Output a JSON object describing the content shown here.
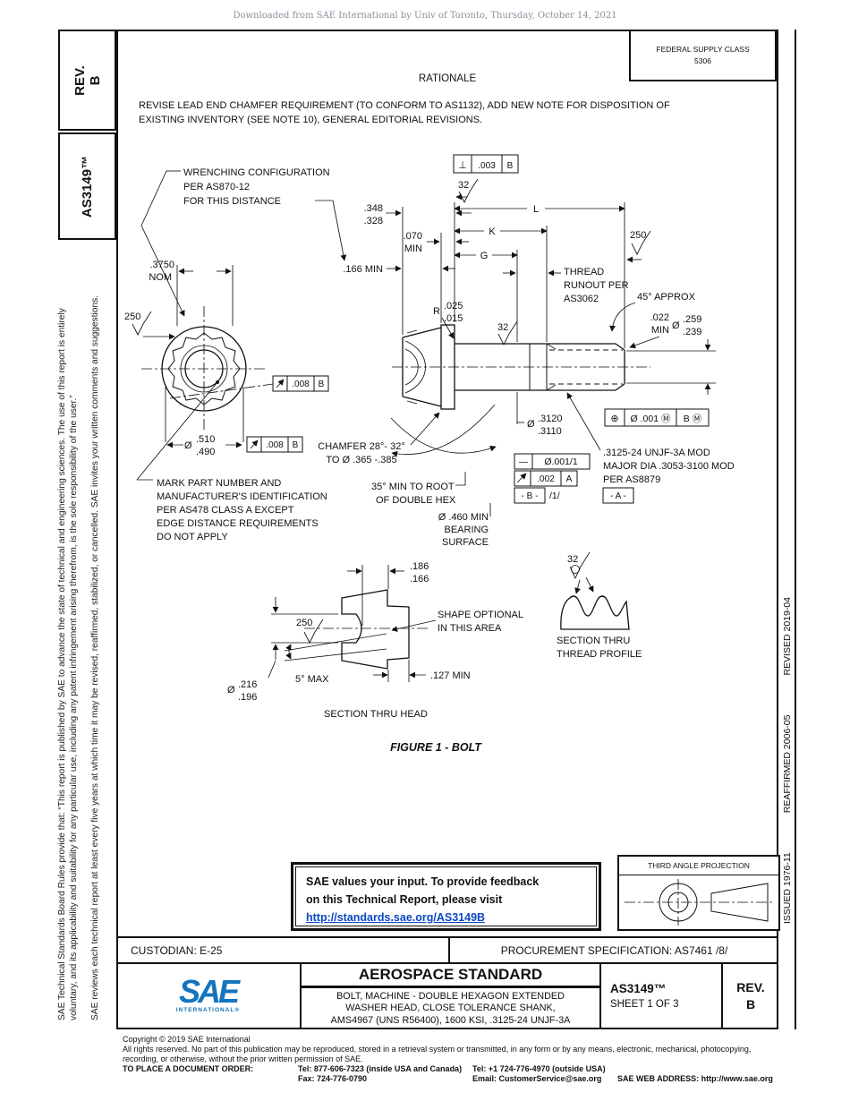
{
  "page": {
    "watermark": "Downloaded from SAE International by Univ of Toronto, Thursday, October 14, 2021"
  },
  "sidebar_left": {
    "rev_label": "REV.",
    "rev_value": "B",
    "doc_number": "AS3149™",
    "notice1_line1": "SAE Technical Standards Board Rules provide that: “This report is published by SAE to advance the state of technical and engineering sciences. The use of this report is entirely",
    "notice1_line2": "voluntary, and its applicability and suitability for any particular use, including any patent infringement arising therefrom, is the sole responsibility of the user.”",
    "notice2": "SAE reviews each technical report at least every five years at which time it may be revised, reaffirmed, stabilized, or cancelled. SAE invites your written comments and suggestions."
  },
  "sidebar_right": {
    "issued": "ISSUED 1976-11",
    "reaffirmed": "REAFFIRMED 2006-05",
    "revised": "REVISED 2019-04"
  },
  "header": {
    "fsc_label": "FEDERAL SUPPLY CLASS",
    "fsc_value": "5306",
    "rationale_title": "RATIONALE",
    "rationale_line1": "REVISE LEAD END CHAMFER REQUIREMENT (TO CONFORM TO AS1132), ADD NEW NOTE FOR DISPOSITION OF",
    "rationale_line2": "EXISTING INVENTORY (SEE NOTE 10), GENERAL EDITORIAL REVISIONS."
  },
  "drawing": {
    "wrench_note_1": "WRENCHING CONFIGURATION",
    "wrench_note_2": "PER AS870-12",
    "wrench_note_3": "FOR THIS DISTANCE",
    "dim_3750": ".3750",
    "nom": "NOM",
    "finish_250": "250",
    "finish_32": "32",
    "dia": "Ø",
    "dim_510": ".510",
    "dim_490": ".490",
    "fcf_008": ".008",
    "datum_b": "B",
    "mark_1": "MARK PART NUMBER AND",
    "mark_2": "MANUFACTURER'S IDENTIFICATION",
    "mark_3": "PER AS478 CLASS A EXCEPT",
    "mark_4": "EDGE DISTANCE REQUIREMENTS",
    "mark_5": "DO NOT APPLY",
    "perp": "⊥",
    "dim_003": ".003",
    "dim_348": ".348",
    "dim_328": ".328",
    "dim_070": ".070",
    "min": "MIN",
    "dim_166min": ".166 MIN",
    "L": "L",
    "K": "K",
    "G": "G",
    "runout_1": "THREAD",
    "runout_2": "RUNOUT PER",
    "runout_3": "AS3062",
    "approx_45": "45° APPROX",
    "dim_022": ".022",
    "dim_259": ".259",
    "dim_239": ".239",
    "R": "R",
    "dim_025": ".025",
    "dim_015": ".015",
    "dim_3120": ".3120",
    "dim_3110": ".3110",
    "straight": "—",
    "fcf_0011": "Ø.001/1",
    "dim_002": ".002",
    "datum_a": "A",
    "datum_b_box": "- B -",
    "note_1": "/1/",
    "pos": "⊕",
    "fcf_001m": "Ø .001 Ⓜ",
    "fcf_bm": "B Ⓜ",
    "spec_1": ".3125-24 UNJF-3A MOD",
    "spec_2": "MAJOR DIA .3053-3100 MOD",
    "spec_3": "PER AS8879",
    "datum_a_box": "- A -",
    "chamfer_1": "CHAMFER 28°- 32°",
    "chamfer_2": "TO Ø .365 -.385",
    "hex35_1": "35° MIN TO ROOT",
    "hex35_2": "OF DOUBLE HEX",
    "bearing_1": "Ø .460 MIN",
    "bearing_2": "BEARING",
    "bearing_3": "SURFACE",
    "dim_186": ".186",
    "dim_166": ".166",
    "shape_1": "SHAPE OPTIONAL",
    "shape_2": "IN THIS AREA",
    "deg5": "5° MAX",
    "dim_127min": ".127 MIN",
    "dim_216": ".216",
    "dim_196": ".196",
    "section_head_label": "SECTION THRU HEAD",
    "section_thread_1": "SECTION THRU",
    "section_thread_2": "THREAD PROFILE",
    "figure_label": "FIGURE 1 - BOLT"
  },
  "feedback": {
    "line1": "SAE values your input. To provide feedback",
    "line2": "on this Technical Report, please visit",
    "link": "http://standards.sae.org/AS3149B"
  },
  "projection": {
    "title": "THIRD ANGLE PROJECTION"
  },
  "info_row": {
    "custodian": "CUSTODIAN: E-25",
    "procurement": "PROCUREMENT SPECIFICATION: AS7461 /8/"
  },
  "title_block": {
    "logo_text": "SAE",
    "logo_subtext": "INTERNATIONAL®",
    "doc_type": "AEROSPACE STANDARD",
    "subtitle_line1": "BOLT, MACHINE - DOUBLE HEXAGON EXTENDED",
    "subtitle_line2": "WASHER HEAD, CLOSE TOLERANCE SHANK,",
    "subtitle_line3": "AMS4967 (UNS R56400), 1600 KSI, .3125-24 UNJF-3A",
    "doc_number": "AS3149™",
    "sheet": "SHEET 1 OF 3",
    "rev_label": "REV.",
    "rev_value": "B"
  },
  "footer": {
    "copyright": "Copyright © 2019 SAE International",
    "rights_line1": "All rights reserved. No part of this publication may be reproduced, stored in a retrieval system or transmitted, in any form or by any means, electronic, mechanical, photocopying,",
    "rights_line2": "recording, or otherwise, without the prior written permission of SAE.",
    "order_label": "TO PLACE A DOCUMENT ORDER:",
    "tel_inside": "Tel: 877-606-7323 (inside USA and Canada)",
    "tel_outside": "Tel: +1 724-776-4970 (outside USA)",
    "fax": "Fax: 724-776-0790",
    "email": "Email: CustomerService@sae.org",
    "web": "SAE WEB ADDRESS: http://www.sae.org"
  },
  "colors": {
    "logo_blue": "#1474bc",
    "link_blue": "#0b47c4",
    "watermark_gray": "#8d8d9f"
  }
}
